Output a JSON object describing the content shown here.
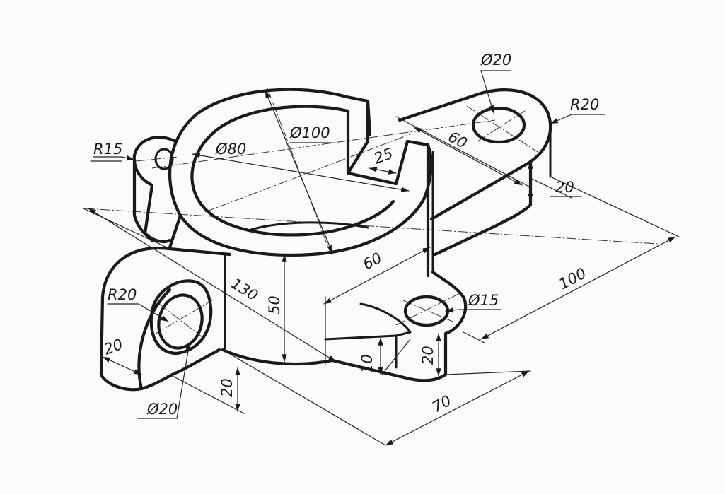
{
  "dimensions": {
    "d20_top": "Ø20",
    "r20_top": "R20",
    "d100": "Ø100",
    "d80": "Ø80",
    "d25": "25",
    "r15": "R15",
    "d60_ear": "60",
    "d20_right": "20",
    "d60_mid": "60",
    "d100_long": "100",
    "d130": "130",
    "d50": "50",
    "r20_left": "R20",
    "d20_left": "20",
    "d15": "Ø15",
    "d10": "10",
    "d20_front": "20",
    "d20_bottom": "20",
    "d20_lower": "Ø20",
    "d70": "70"
  },
  "colors": {
    "line": "#1a1a1a",
    "paper": "#fbfbfb"
  }
}
